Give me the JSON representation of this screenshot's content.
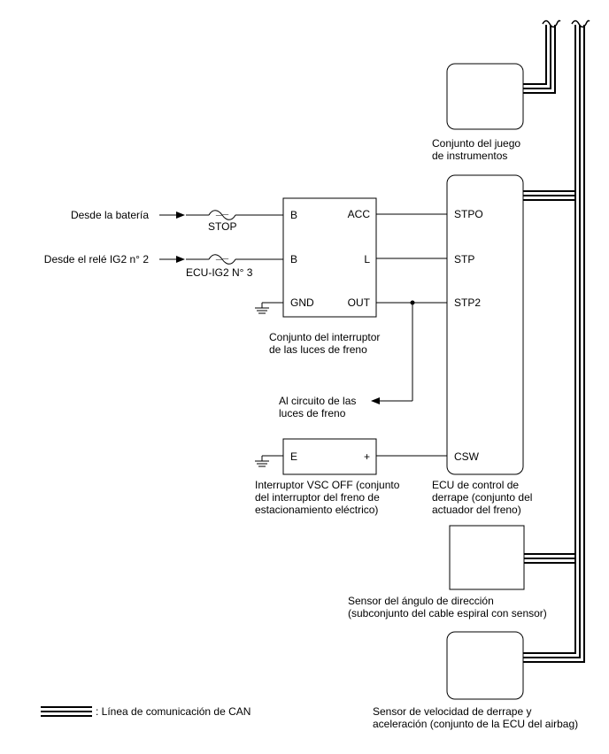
{
  "inputs": {
    "battery": "Desde la batería",
    "ig2_relay": "Desde el relé IG2 n° 2"
  },
  "fuses": {
    "stop": "STOP",
    "ecu_ig2": "ECU-IG2 N° 3"
  },
  "stop_switch": {
    "pin_b1": "B",
    "pin_b2": "B",
    "pin_gnd": "GND",
    "pin_acc": "ACC",
    "pin_l": "L",
    "pin_out": "OUT",
    "caption_line1": "Conjunto del interruptor",
    "caption_line2": "de las luces de freno"
  },
  "stop_light_circuit": {
    "line1": "Al circuito de las",
    "line2": "luces de freno"
  },
  "vsc_switch": {
    "pin_e": "E",
    "pin_plus": "+",
    "caption_line1": "Interruptor VSC OFF (conjunto",
    "caption_line2": "del interruptor del freno de",
    "caption_line3": "estacionamiento eléctrico)"
  },
  "skid_ecu": {
    "pin_stpo": "STPO",
    "pin_stp": "STP",
    "pin_stp2": "STP2",
    "pin_csw": "CSW",
    "caption_line1": "ECU de control de",
    "caption_line2": "derrape (conjunto del",
    "caption_line3": "actuador del freno)"
  },
  "combination_meter": {
    "caption_line1": "Conjunto del juego",
    "caption_line2": "de instrumentos"
  },
  "steering_sensor": {
    "caption_line1": "Sensor del ángulo de dirección",
    "caption_line2": "(subconjunto del cable espiral con sensor)"
  },
  "yaw_sensor": {
    "caption_line1": "Sensor de velocidad de derrape y",
    "caption_line2": "aceleración (conjunto de la ECU del airbag)"
  },
  "legend": {
    "label": ": Línea de comunicación de CAN"
  }
}
